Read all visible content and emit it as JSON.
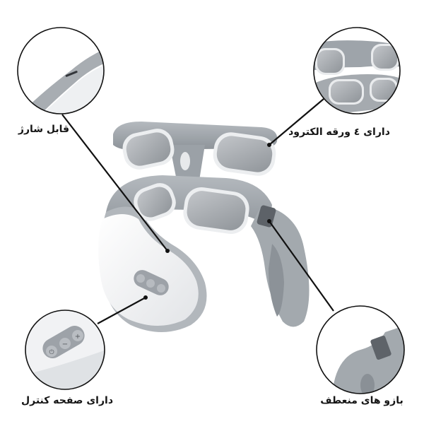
{
  "product": {
    "name": "neck-massager",
    "colors": {
      "body_gray": "#9ea4aa",
      "body_gray_dark": "#7f858b",
      "shell_white": "#f3f4f6",
      "pad_gray": "#a9adb2",
      "pad_rim": "#e8eaec",
      "line": "#111111",
      "text": "#151515"
    },
    "control_buttons": [
      {
        "icon": "plus-icon",
        "glyph": "+"
      },
      {
        "icon": "minus-icon",
        "glyph": "−"
      },
      {
        "icon": "power-icon",
        "glyph": "⏻"
      }
    ]
  },
  "callouts": [
    {
      "id": "charging",
      "label": "قابل شارژ",
      "position": "top-left"
    },
    {
      "id": "electrodes",
      "label": "دارای ٤ ورقه الکترود",
      "position": "top-right"
    },
    {
      "id": "control-panel",
      "label": "دارای صفحه کنترل",
      "position": "bottom-left"
    },
    {
      "id": "flexible-arms",
      "label": "بازو های منعطف",
      "position": "bottom-right"
    }
  ]
}
